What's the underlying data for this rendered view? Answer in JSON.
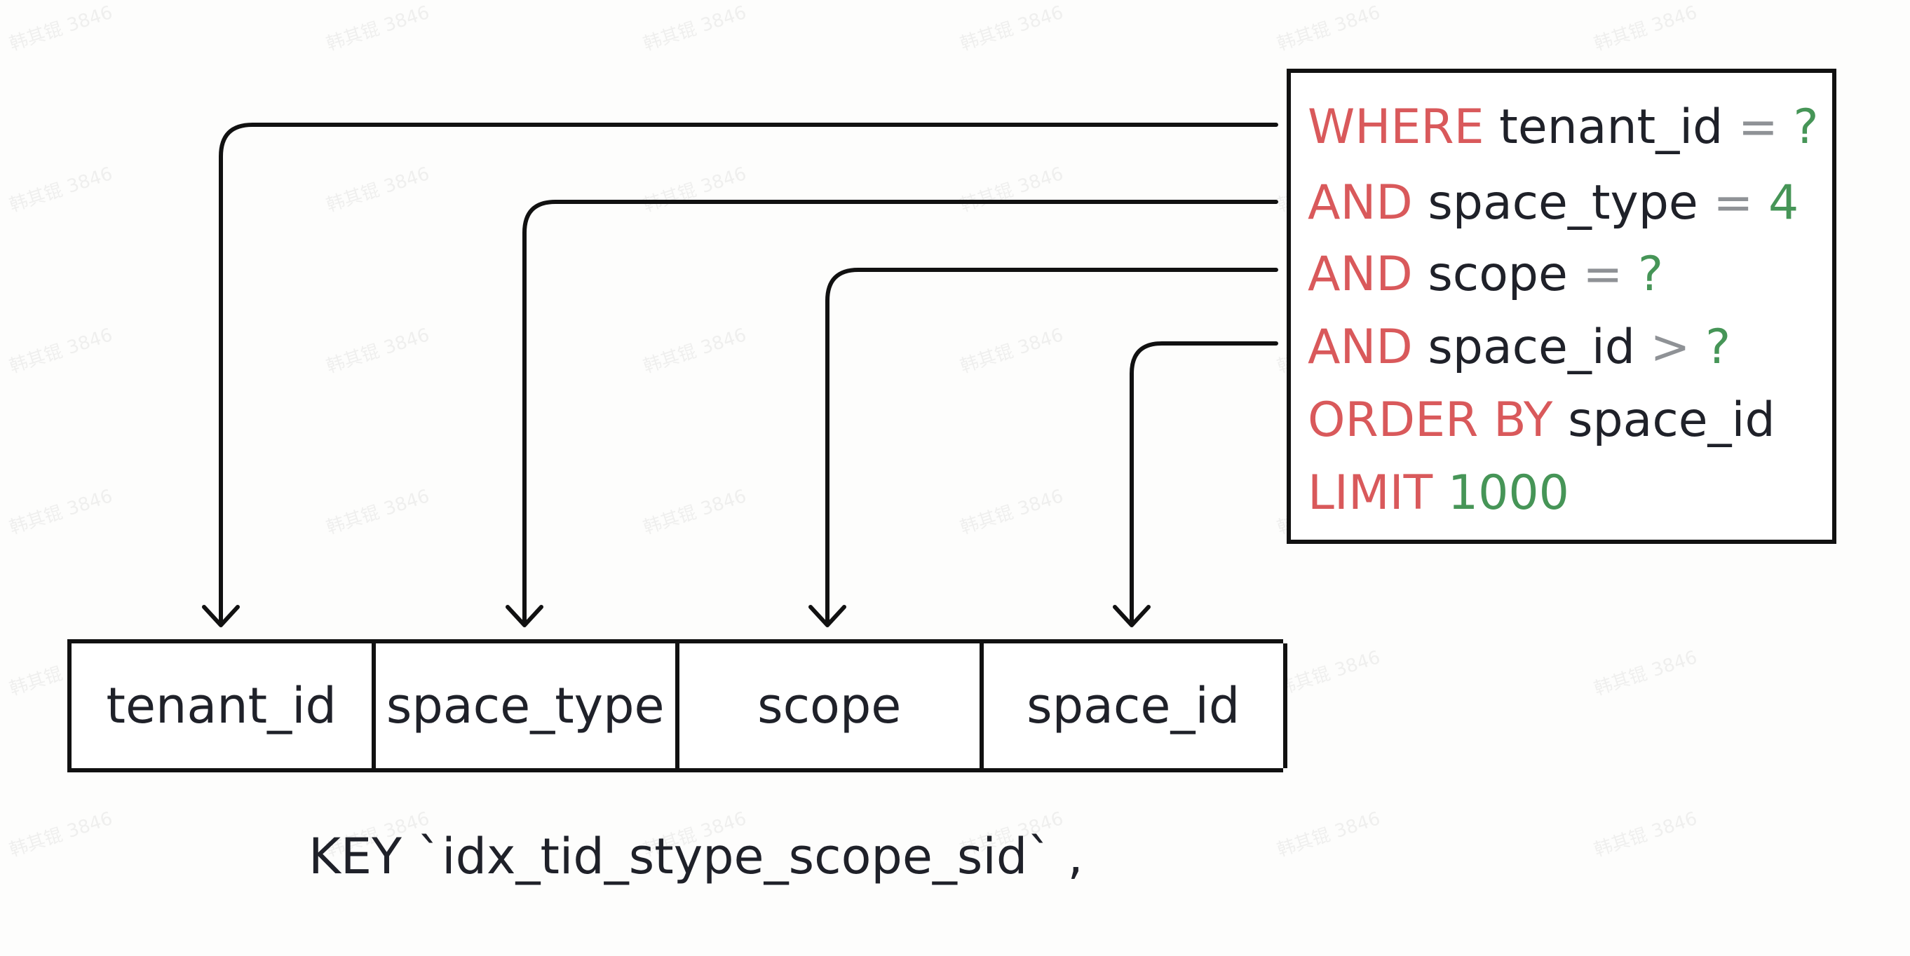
{
  "sql": {
    "lines": [
      {
        "keyword": "WHERE",
        "column": "tenant_id",
        "operator": "=",
        "value": "?"
      },
      {
        "keyword": "AND",
        "column": "space_type",
        "operator": "=",
        "value": "4"
      },
      {
        "keyword": "AND",
        "column": "scope",
        "operator": "=",
        "value": "?"
      },
      {
        "keyword": "AND",
        "column": "space_id",
        "operator": ">",
        "value": "?"
      },
      {
        "keyword": "ORDER BY",
        "column": "space_id",
        "operator": "",
        "value": ""
      },
      {
        "keyword": "LIMIT",
        "column": "",
        "operator": "",
        "value": "1000"
      }
    ]
  },
  "index": {
    "columns": [
      "tenant_id",
      "space_type",
      "scope",
      "space_id"
    ],
    "caption": "KEY `idx_tid_stype_scope_sid` ,"
  },
  "watermark": "韩其锟 3846",
  "colors": {
    "keyword": "#d9595b",
    "column": "#1f2129",
    "operator": "#8f9296",
    "value": "#469557",
    "line": "#111111"
  }
}
